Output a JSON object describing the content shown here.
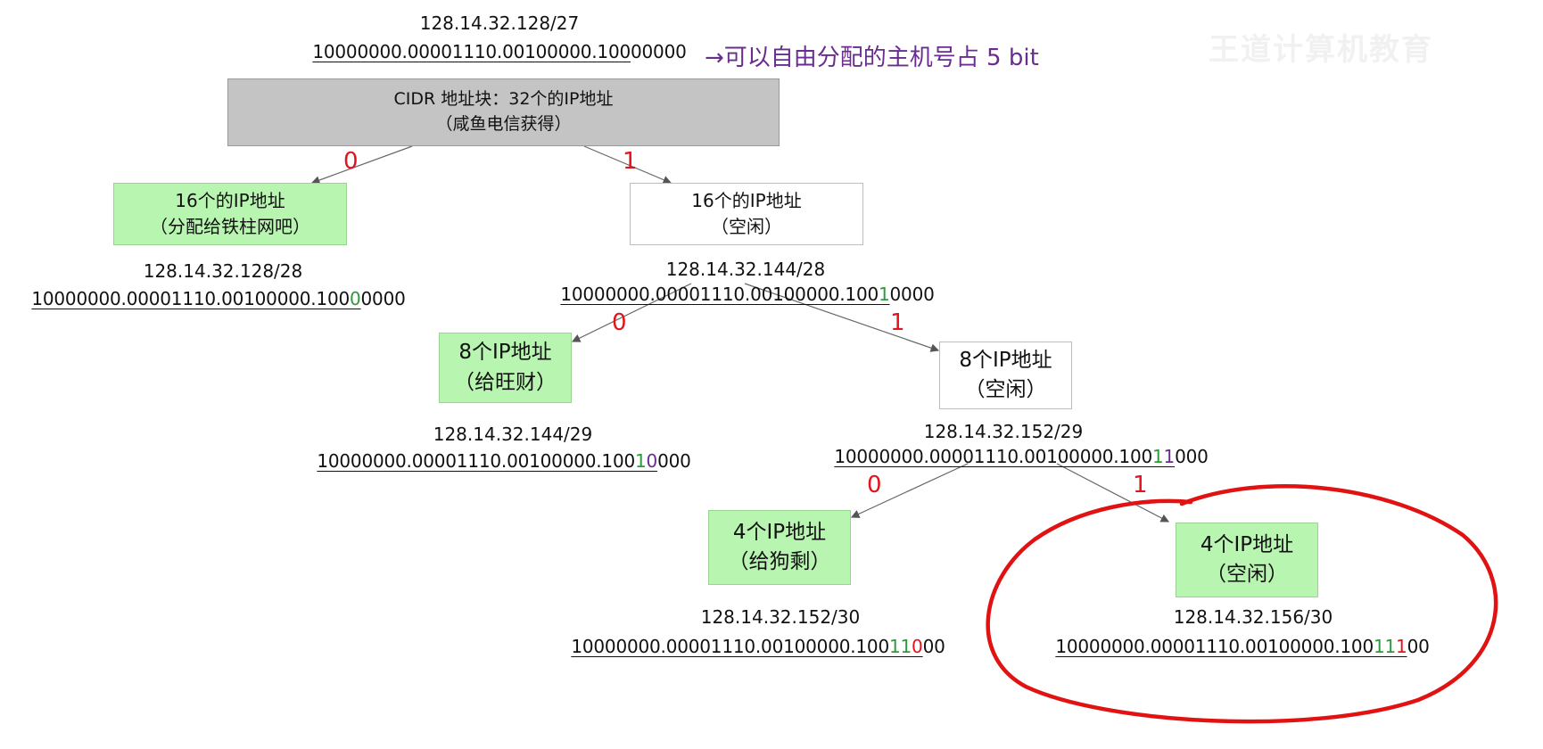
{
  "root": {
    "cidr": "128.14.32.128/27",
    "binary_prefix": "10000000.00001110.00100000.100",
    "binary_suffix": "00000",
    "note": "→可以自由分配的主机号占 5 bit",
    "box_line1": "CIDR 地址块：32个的IP地址",
    "box_line2": "（咸鱼电信获得）"
  },
  "edge_labels": {
    "zero": "0",
    "one": "1"
  },
  "left16": {
    "line1": "16个的IP地址",
    "line2": "（分配给铁柱网吧）",
    "cidr": "128.14.32.128/28",
    "bin_a": "10000000.00001110.00100000.100",
    "bin_b": "0",
    "bin_c": "0000"
  },
  "right16": {
    "line1": "16个的IP地址",
    "line2": "（空闲）",
    "cidr": "128.14.32.144/28",
    "bin_a": "10000000.00001110.00100000.100",
    "bin_b": "1",
    "bin_c": "0000"
  },
  "left8": {
    "line1": "8个IP地址",
    "line2": "（给旺财）",
    "cidr": "128.14.32.144/29",
    "bin_a": "10000000.00001110.00100000.100",
    "bin_b": "1",
    "bin_c": "0",
    "bin_d": "000"
  },
  "right8": {
    "line1": "8个IP地址",
    "line2": "（空闲）",
    "cidr": "128.14.32.152/29",
    "bin_a": "10000000.00001110.00100000.100",
    "bin_b": "1",
    "bin_c": "1",
    "bin_d": "000"
  },
  "left4": {
    "line1": "4个IP地址",
    "line2": "（给狗剩）",
    "cidr": "128.14.32.152/30",
    "bin_a": "10000000.00001110.00100000.100",
    "bin_b": "1",
    "bin_c": "1",
    "bin_d": "0",
    "bin_e": "00"
  },
  "right4": {
    "line1": "4个IP地址",
    "line2": "（空闲）",
    "cidr": "128.14.32.156/30",
    "bin_a": "10000000.00001110.00100000.100",
    "bin_b": "1",
    "bin_c": "1",
    "bin_d": "1",
    "bin_e": "00"
  },
  "watermark": "王道计算机教育",
  "colors": {
    "gray_box": "#c4c4c4",
    "green_box": "#b8f5b0",
    "red": "#e3141b",
    "green_digit": "#2e9a3a",
    "purple": "#6a2d8f",
    "highlight_circle": "#e01212"
  }
}
